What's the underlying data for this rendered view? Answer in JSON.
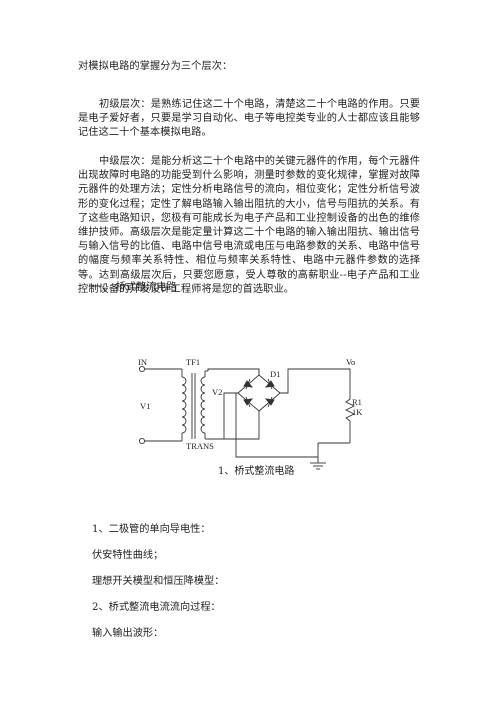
{
  "intro": "对模拟电路的掌握分为三个层次：",
  "p1": "初级层次：是熟练记住这二十个电路，清楚这二十个电路的作用。只要是电子爱好者，只要是学习自动化、电子等电控类专业的人士都应该且能够记住这二十个基本模拟电路。",
  "p2": "中级层次：是能分析这二十个电路中的关键元器件的作用，每个元器件出现故障时电路的功能受到什么影响，测量时参数的变化规律，掌握对故障元器件的处理方法；定性分析电路信号的流向，相位变化；定性分析信号波形的变化过程；定性了解电路输入输出阻抗的大小，信号与阻抗的关系。有了这些电路知识，您极有可能成长为电子产品和工业控制设备的出色的维修维护技师。高级层次是能定量计算这二十个电路的输入输出阻抗、输出信号与输入信号的比值、电路中信号电流或电压与电路参数的关系、电路中信号的幅度与频率关系特性、相位与频率关系特性、电路中元器件参数的选择等。达到高级层次后，只要您愿意，受人尊敬的高薪职业--电子产品和工业控制设备的开发设计工程师将是您的首选职业。",
  "section_heading": "一、  桥式整流电路",
  "figure": {
    "caption": "1、桥式整流电路",
    "labels": {
      "in": "IN",
      "tf1": "TF1",
      "vo": "Vo",
      "v1": "V1",
      "v2": "V2",
      "d1": "D1",
      "r1": "R1",
      "r1_value": "1K",
      "trans": "TRANS"
    }
  },
  "items": [
    "1、二极管的单向导电性：",
    "伏安特性曲线；",
    "理想开关模型和恒压降模型：",
    "2、桥式整流电流流向过程：",
    "输入输出波形："
  ]
}
